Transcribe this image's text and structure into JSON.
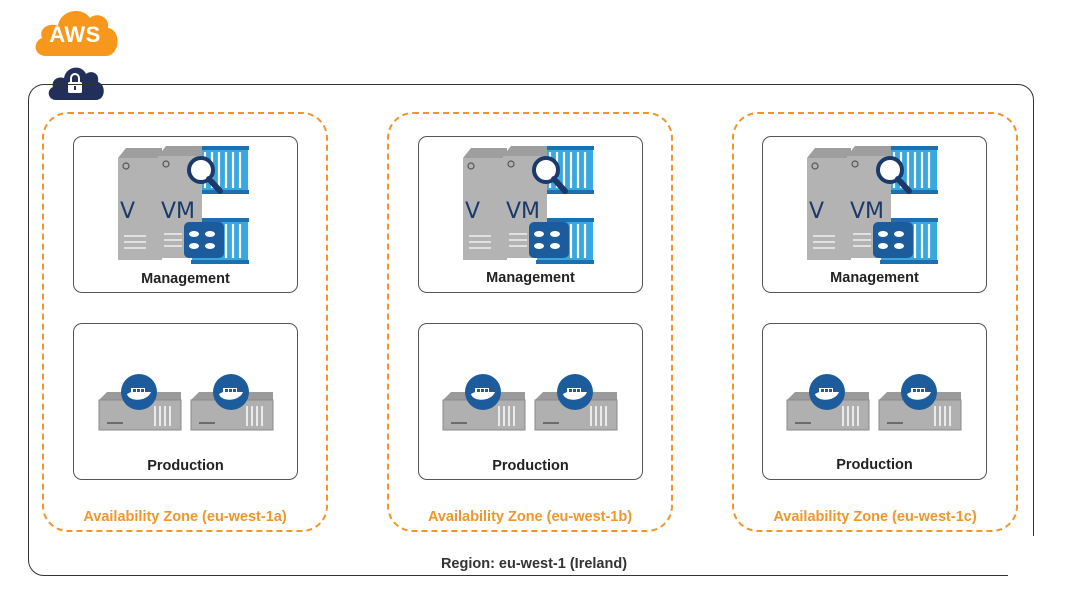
{
  "brand": {
    "aws_label": "AWS",
    "aws_color": "#f7981d",
    "vpc_color": "#232f5b"
  },
  "region": {
    "label": "Region: eu-west-1 (Ireland)"
  },
  "zones": [
    {
      "label": "Availability Zone (eu-west-1a)",
      "management_label": "Management",
      "production_label": "Production",
      "vm_label": "VM"
    },
    {
      "label": "Availability Zone (eu-west-1b)",
      "management_label": "Management",
      "production_label": "Production",
      "vm_label": "VM"
    },
    {
      "label": "Availability Zone (eu-west-1c)",
      "management_label": "Management",
      "production_label": "Production",
      "vm_label": "VM"
    }
  ],
  "colors": {
    "az_border": "#f0962a",
    "docker_blue": "#1d5c9c",
    "container_blue": "#37a8e0",
    "server_grey": "#a6a6a6"
  }
}
